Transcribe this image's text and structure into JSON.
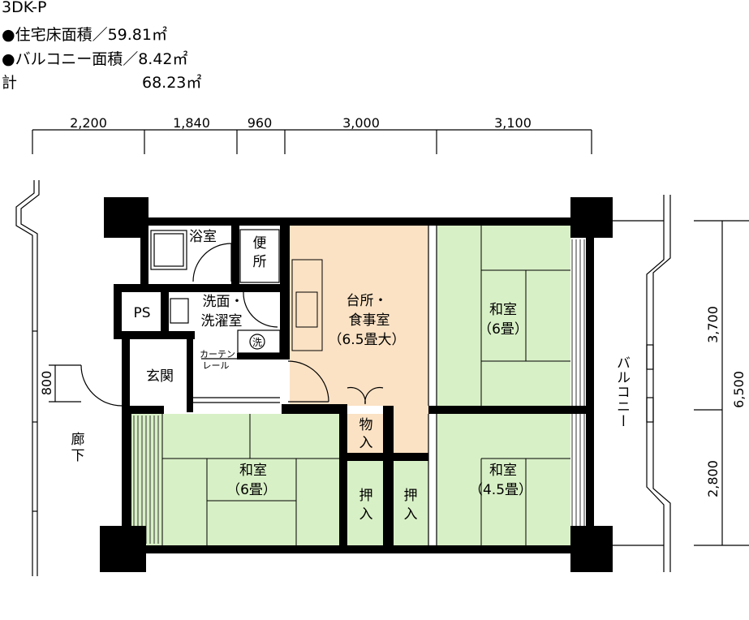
{
  "header": {
    "plan_type": "3DK-P",
    "floor_area": "●住宅床面積／59.81㎡",
    "balcony_area": "●バルコニー面積／8.42㎡",
    "total_label": "計",
    "total_value": "68.23㎡"
  },
  "dimensions": {
    "top": [
      "2,200",
      "1,840",
      "960",
      "3,000",
      "3,100"
    ],
    "right_parts": [
      "3,700",
      "2,800"
    ],
    "right_total": "6,500",
    "left": "800"
  },
  "rooms": {
    "bath": "浴室",
    "toilet_1": "便",
    "toilet_2": "所",
    "ps": "PS",
    "washroom_1": "洗面・",
    "washroom_2": "洗濯室",
    "washer": "洗",
    "curtain_1": "カーテン",
    "curtain_2": "レール",
    "entrance": "玄関",
    "kitchen_1": "台所・",
    "kitchen_2": "食事室",
    "kitchen_3": "（6.5畳大）",
    "jroom_ne_1": "和室",
    "jroom_ne_2": "（6畳）",
    "jroom_sw_1": "和室",
    "jroom_sw_2": "（6畳）",
    "jroom_se_1": "和室",
    "jroom_se_2": "（4.5畳）",
    "storage_1": "物",
    "storage_2": "入",
    "closet_a_1": "押",
    "closet_a_2": "入",
    "closet_b_1": "押",
    "closet_b_2": "入",
    "corridor_1": "廊",
    "corridor_2": "下",
    "balcony": "バルコニー"
  },
  "colors": {
    "kitchen": "#fbe2c4",
    "tatami": "#d8f0c6",
    "wall": "#000000"
  }
}
